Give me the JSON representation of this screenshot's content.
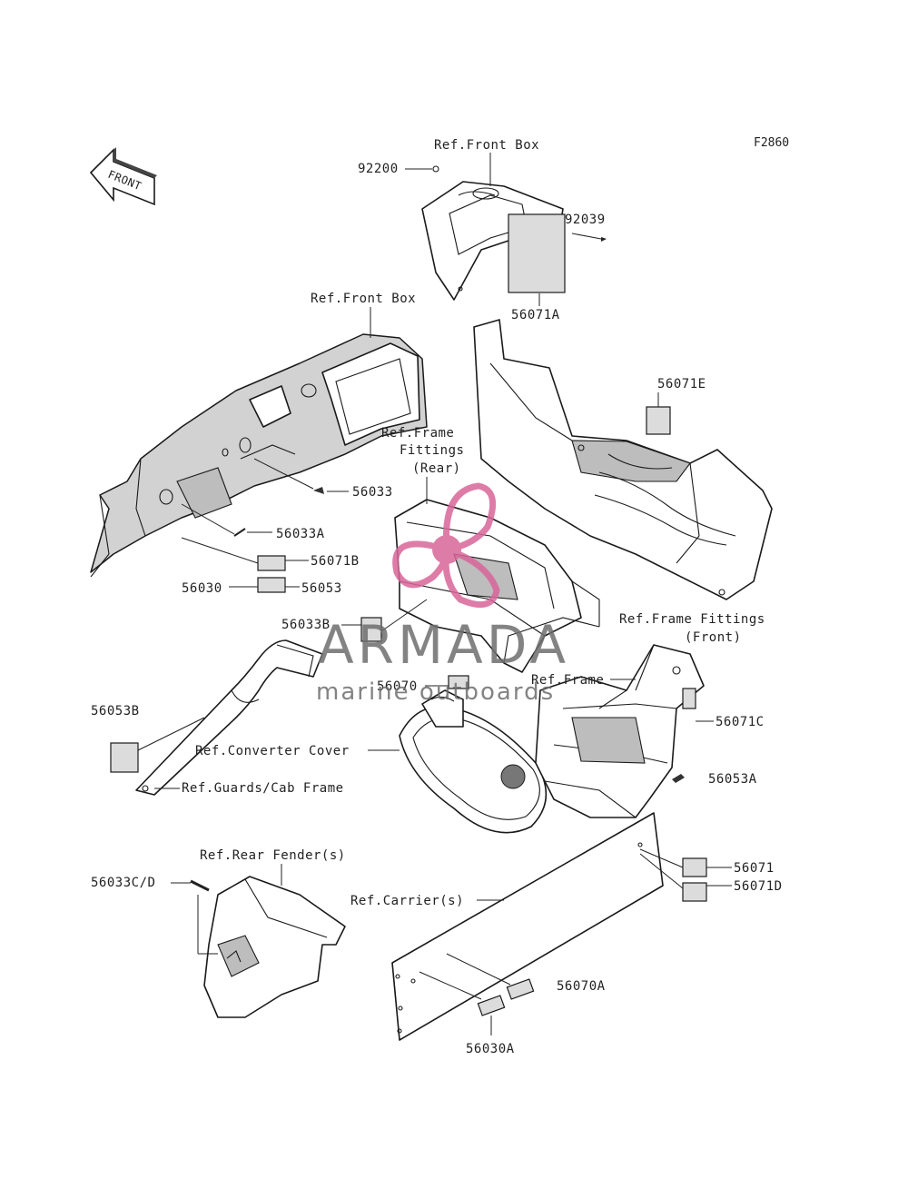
{
  "figure_code": "F2860",
  "front_arrow_text": "FRONT",
  "labels": {
    "ref_front_box_top": "Ref.Front Box",
    "p92200": "92200",
    "p92039": "92039",
    "p56071A": "56071A",
    "ref_front_box": "Ref.Front Box",
    "p56071E": "56071E",
    "ref_frame_fittings_rear_1": "Ref.Frame",
    "ref_frame_fittings_rear_2": "Fittings",
    "ref_frame_fittings_rear_3": "(Rear)",
    "p56033": "56033",
    "p56033A": "56033A",
    "p56071B": "56071B",
    "p56030": "56030",
    "p56053": "56053",
    "p56033B": "56033B",
    "ref_frame_fittings_front_1": "Ref.Frame Fittings",
    "ref_frame_fittings_front_2": "(Front)",
    "ref_frame": "Ref.Frame",
    "p56070": "56070",
    "p56053B": "56053B",
    "p56071C": "56071C",
    "ref_converter_cover": "Ref.Converter Cover",
    "p56053A": "56053A",
    "ref_guards_cab_frame": "Ref.Guards/Cab Frame",
    "ref_rear_fender": "Ref.Rear Fender(s)",
    "p56071": "56071",
    "p56033CD": "56033C/D",
    "p56071D": "56071D",
    "ref_carrier": "Ref.Carrier(s)",
    "p56070A": "56070A",
    "p56030A": "56030A"
  },
  "watermark": {
    "brand": "ARMADA",
    "tagline": "marine outboards",
    "accent_color": "#d9669a"
  }
}
